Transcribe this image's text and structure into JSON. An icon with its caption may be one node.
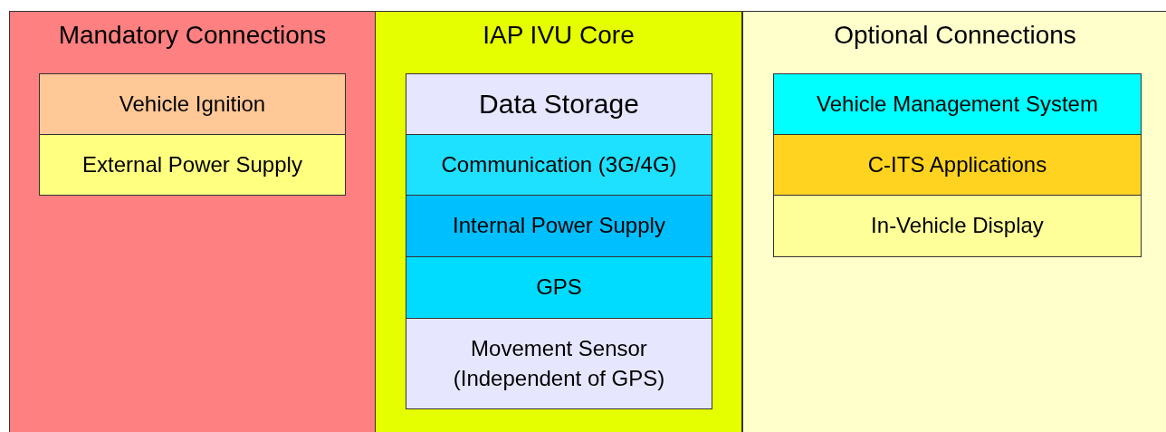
{
  "diagram": {
    "nodes": [
      {
        "text": [
          "Mandatory Connections"
        ]
      },
      {
        "text": [
          "Vehicle Ignition"
        ],
        "in": 0
      },
      {
        "text": [
          "External Power Supply"
        ],
        "in": 0
      },
      {
        "text": [
          "IAP IVU Core"
        ]
      },
      {
        "text": [
          "Data Storage"
        ],
        "in": 3
      },
      {
        "text": [
          "Communication (3G/4G)"
        ],
        "in": 3
      },
      {
        "text": [
          "Internal Power Supply"
        ],
        "in": 3
      },
      {
        "text": [
          "GPS"
        ],
        "in": 3
      },
      {
        "text": [
          "Movement Sensor (Independent of GPS)"
        ],
        "in": 3
      },
      {
        "text": [
          "Optional Connections"
        ]
      },
      {
        "text": [
          "Vehicle Management System"
        ],
        "in": 9
      },
      {
        "text": [
          "C-ITS Applications"
        ],
        "in": 9
      },
      {
        "text": [
          "In-Vehicle Display"
        ],
        "in": 9
      }
    ]
  }
}
